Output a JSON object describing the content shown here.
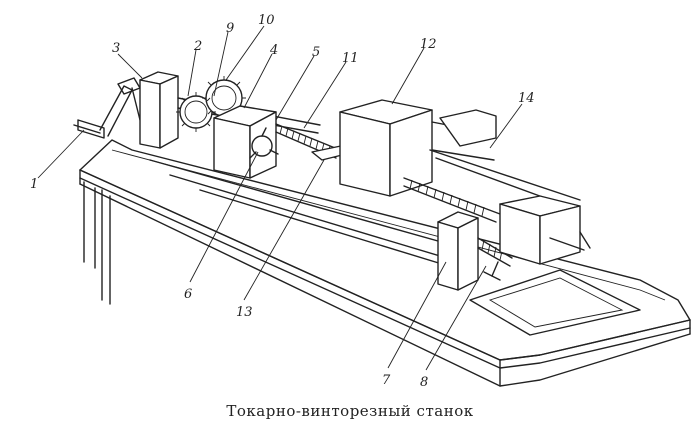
{
  "caption": "Токарно-винторезный станок",
  "labels": {
    "l1": "1",
    "l2": "2",
    "l3": "3",
    "l4": "4",
    "l5": "5",
    "l6": "6",
    "l7": "7",
    "l8": "8",
    "l9": "9",
    "l10": "10",
    "l11": "11",
    "l12": "12",
    "l13": "13",
    "l14": "14"
  }
}
